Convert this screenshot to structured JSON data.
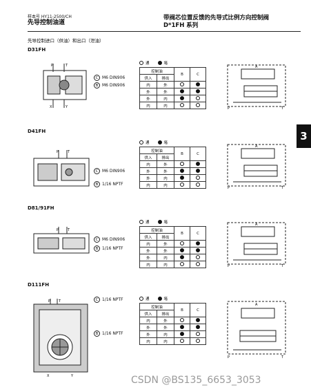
{
  "header": {
    "catalog": "样本号 HY11-2500/CH",
    "left_title": "先导控制油道",
    "right_title": "带阀芯位置反馈的先导式比例方向控制阀",
    "series": "D*1FH 系列"
  },
  "page_tab": "3",
  "intro": "先导控制进口（供油）和出口（泄油）",
  "legend": {
    "open": "通",
    "closed": "堵"
  },
  "table_header": {
    "group": "控制油",
    "in": "供入",
    "out": "排出",
    "b": "B",
    "c": "C"
  },
  "rows_common": [
    {
      "in": "内",
      "out": "外",
      "b": "open",
      "c": "closed"
    },
    {
      "in": "外",
      "out": "外",
      "b": "closed",
      "c": "closed"
    },
    {
      "in": "外",
      "out": "内",
      "b": "closed",
      "c": "open"
    },
    {
      "in": "内",
      "out": "内",
      "b": "open",
      "c": "open"
    }
  ],
  "sections": [
    {
      "title": "D31FH",
      "port_c": "M6  DIN906",
      "port_b": "M6  DIN906"
    },
    {
      "title": "D41FH",
      "port_c": "M6  DIN906",
      "port_b": "1/16 NPTF"
    },
    {
      "title": "D81/91FH",
      "port_c": "M6  DIN906",
      "port_b": "1/16 NPTF"
    },
    {
      "title": "D111FH",
      "port_c": "1/16 NPTF",
      "port_b": "1/16 NPTF"
    }
  ],
  "port_letters": {
    "c": "C",
    "b": "B",
    "p": "P",
    "t": "T",
    "x": "X",
    "y": "Y",
    "a": "A"
  },
  "watermark": "CSDN @BS135_6653_3053"
}
